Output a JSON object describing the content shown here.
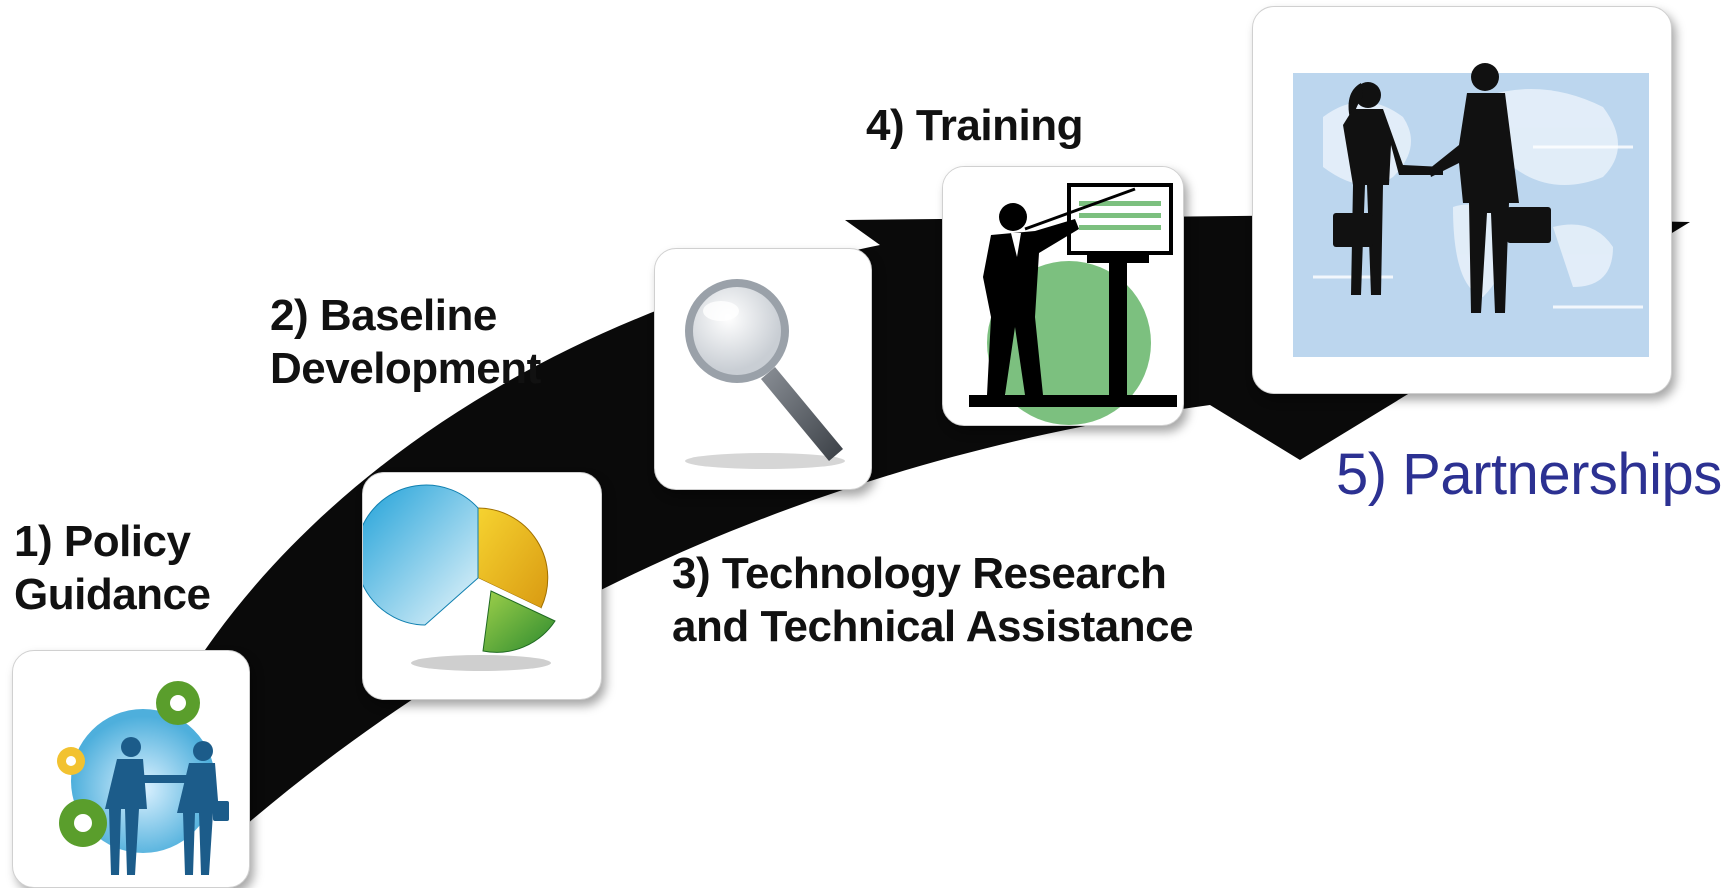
{
  "steps": [
    {
      "number": "1)",
      "lines": [
        "1) Policy",
        "Guidance"
      ],
      "icon": "gears-handshake-icon"
    },
    {
      "number": "2)",
      "lines": [
        "2) Baseline",
        "Development"
      ],
      "icon": "pie-chart-icon"
    },
    {
      "number": "3)",
      "lines": [
        "3) Technology Research",
        "and Technical Assistance"
      ],
      "icon": "magnifying-glass-icon"
    },
    {
      "number": "4)",
      "lines": [
        "4) Training"
      ],
      "icon": "presenter-icon"
    },
    {
      "number": "5)",
      "lines": [
        "5) Partnerships"
      ],
      "icon": "business-handshake-icon"
    }
  ],
  "colors": {
    "arrow": "#0a0a0a",
    "partnerships_label": "#2c3192",
    "training_circle": "#7cc07f",
    "map_background": "#bcd6ee"
  }
}
